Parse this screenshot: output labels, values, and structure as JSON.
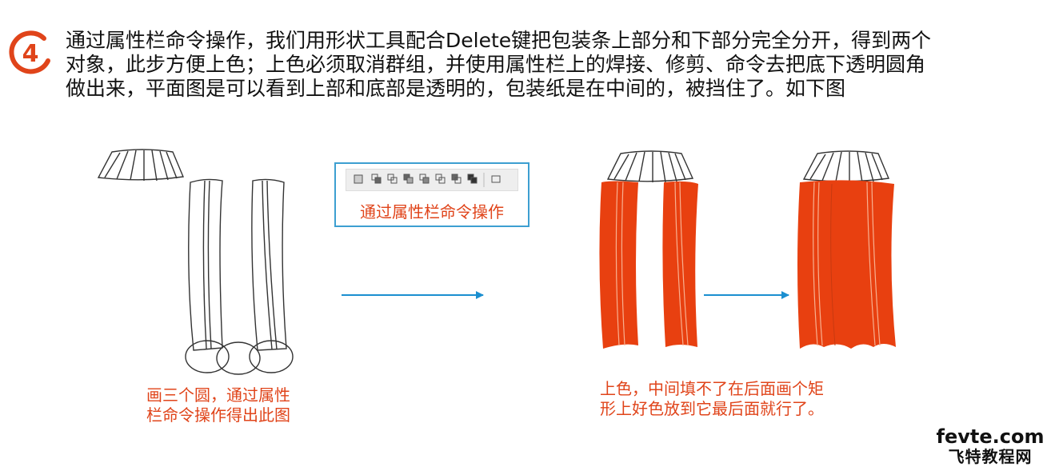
{
  "step": {
    "number": "4",
    "lines": [
      "通过属性栏命令操作，我们用形状工具配合Delete键把包装条上部分和下部分完全分开，得到两个",
      "对象，此步方便上色；上色必须取消群组，并使用属性栏上的焊接、修剪、命令去把底下透明圆角",
      "做出来，平面图是可以看到上部和底部是透明的，包装纸是在中间的，被挡住了。如下图"
    ]
  },
  "toolbar_callout": {
    "label": "通过属性栏命令操作"
  },
  "captions": {
    "left": [
      "画三个圆，通过属性",
      "栏命令操作得出此图"
    ],
    "right": [
      "上色，中间填不了在后面画个矩",
      "形上好色放到它最后面就行了。"
    ]
  },
  "watermark": {
    "line1": "fevte.com",
    "line2": "飞特教程网"
  },
  "colors": {
    "accent_orange": "#e0441a",
    "fill_red": "#e84010",
    "arrow_blue": "#1b8fd0",
    "box_blue": "#3d9fd1"
  }
}
